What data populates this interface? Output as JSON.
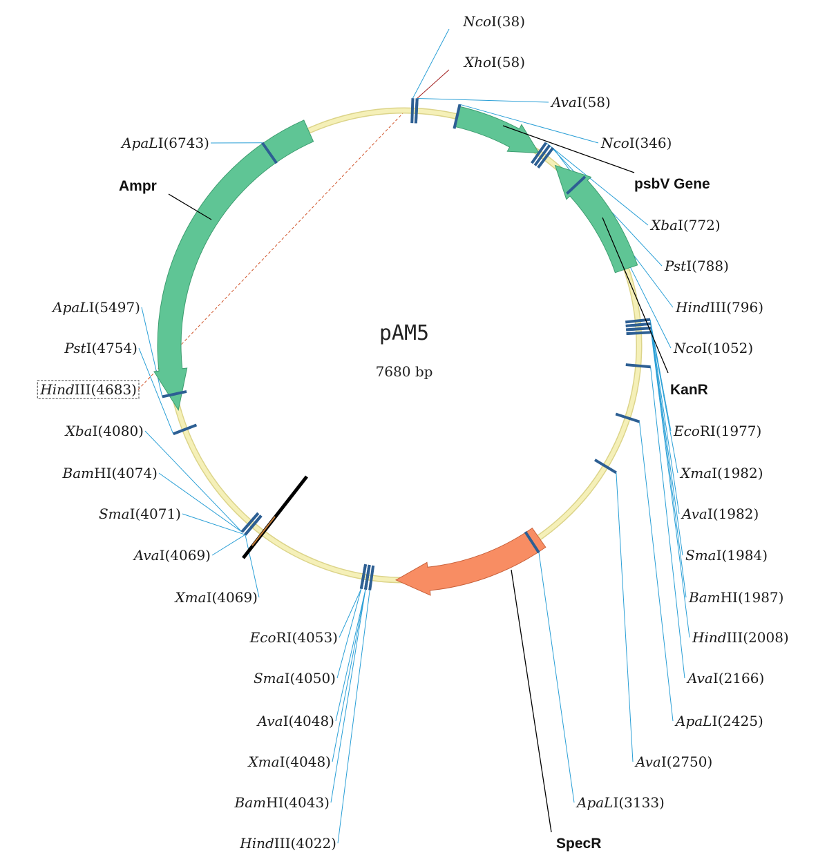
{
  "plasmid": {
    "name": "pAM5",
    "size_label": "7680 bp",
    "length_bp": 7680
  },
  "colors": {
    "backbone": "#f5f0b8",
    "backbone_edge": "#dcd48a",
    "gene": "#5fc595",
    "gene_edge": "#3d9d70",
    "specr": "#f88d63",
    "specr_edge": "#c8603a",
    "site_tick": "#2d5f93",
    "site_leader": "#2a9fd6",
    "highlight_site": "#a32020",
    "gene_leader": "#000000"
  },
  "genes": [
    {
      "id": "ampr",
      "label": "Ampr",
      "color": "gene"
    },
    {
      "id": "psbv",
      "label": "psbV Gene",
      "color": "gene"
    },
    {
      "id": "kanr",
      "label": "KanR",
      "color": "gene"
    },
    {
      "id": "specr",
      "label": "SpecR",
      "color": "specr"
    }
  ],
  "sites": [
    {
      "enzyme": "Nco",
      "suffix": "I",
      "pos": "38"
    },
    {
      "enzyme": "Xho",
      "suffix": "I",
      "pos": "58",
      "highlight": true
    },
    {
      "enzyme": "Ava",
      "suffix": "I",
      "pos": "58"
    },
    {
      "enzyme": "Nco",
      "suffix": "I",
      "pos": "346"
    },
    {
      "enzyme": "Xba",
      "suffix": "I",
      "pos": "772"
    },
    {
      "enzyme": "Pst",
      "suffix": "I",
      "pos": "788"
    },
    {
      "enzyme": "Hind",
      "suffix": "III",
      "pos": "796"
    },
    {
      "enzyme": "Nco",
      "suffix": "I",
      "pos": "1052"
    },
    {
      "enzyme": "Eco",
      "suffix": "RI",
      "pos": "1977"
    },
    {
      "enzyme": "Xma",
      "suffix": "I",
      "pos": "1982"
    },
    {
      "enzyme": "Ava",
      "suffix": "I",
      "pos": "1982"
    },
    {
      "enzyme": "Sma",
      "suffix": "I",
      "pos": "1984"
    },
    {
      "enzyme": "Bam",
      "suffix": "HI",
      "pos": "1987"
    },
    {
      "enzyme": "Hind",
      "suffix": "III",
      "pos": "2008"
    },
    {
      "enzyme": "Ava",
      "suffix": "I",
      "pos": "2166"
    },
    {
      "enzyme": "ApaL",
      "suffix": "I",
      "pos": "2425"
    },
    {
      "enzyme": "Ava",
      "suffix": "I",
      "pos": "2750"
    },
    {
      "enzyme": "ApaL",
      "suffix": "I",
      "pos": "3133"
    },
    {
      "enzyme": "Hind",
      "suffix": "III",
      "pos": "4022"
    },
    {
      "enzyme": "Bam",
      "suffix": "HI",
      "pos": "4043"
    },
    {
      "enzyme": "Xma",
      "suffix": "I",
      "pos": "4048"
    },
    {
      "enzyme": "Ava",
      "suffix": "I",
      "pos": "4048"
    },
    {
      "enzyme": "Sma",
      "suffix": "I",
      "pos": "4050"
    },
    {
      "enzyme": "Eco",
      "suffix": "RI",
      "pos": "4053"
    },
    {
      "enzyme": "Xma",
      "suffix": "I",
      "pos": "4069"
    },
    {
      "enzyme": "Ava",
      "suffix": "I",
      "pos": "4069"
    },
    {
      "enzyme": "Sma",
      "suffix": "I",
      "pos": "4071"
    },
    {
      "enzyme": "Bam",
      "suffix": "HI",
      "pos": "4074"
    },
    {
      "enzyme": "Xba",
      "suffix": "I",
      "pos": "4080"
    },
    {
      "enzyme": "Hind",
      "suffix": "III",
      "pos": "4683",
      "boxed": true
    },
    {
      "enzyme": "Pst",
      "suffix": "I",
      "pos": "4754"
    },
    {
      "enzyme": "ApaL",
      "suffix": "I",
      "pos": "5497"
    },
    {
      "enzyme": "ApaL",
      "suffix": "I",
      "pos": "6743"
    }
  ]
}
